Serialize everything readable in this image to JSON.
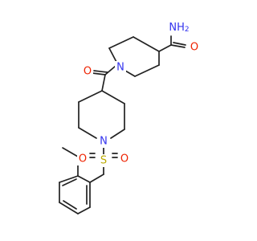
{
  "molecule": {
    "atoms": [
      {
        "id": "nh2",
        "text": "NH2",
        "element": "N",
        "color": "#3333ee"
      },
      {
        "id": "o_amide",
        "text": "O",
        "element": "O",
        "color": "#ee2200"
      },
      {
        "id": "n_pip1",
        "text": "N",
        "element": "N",
        "color": "#3333ee"
      },
      {
        "id": "o_carbonyl",
        "text": "O",
        "element": "O",
        "color": "#ee2200"
      },
      {
        "id": "n_pip2",
        "text": "N",
        "element": "N",
        "color": "#3333ee"
      },
      {
        "id": "s",
        "text": "S",
        "element": "S",
        "color": "#bbaa00"
      },
      {
        "id": "o_s_left",
        "text": "O",
        "element": "O",
        "color": "#ee2200"
      },
      {
        "id": "o_s_right",
        "text": "O",
        "element": "O",
        "color": "#ee2200"
      }
    ],
    "bond_color": "#222222"
  }
}
